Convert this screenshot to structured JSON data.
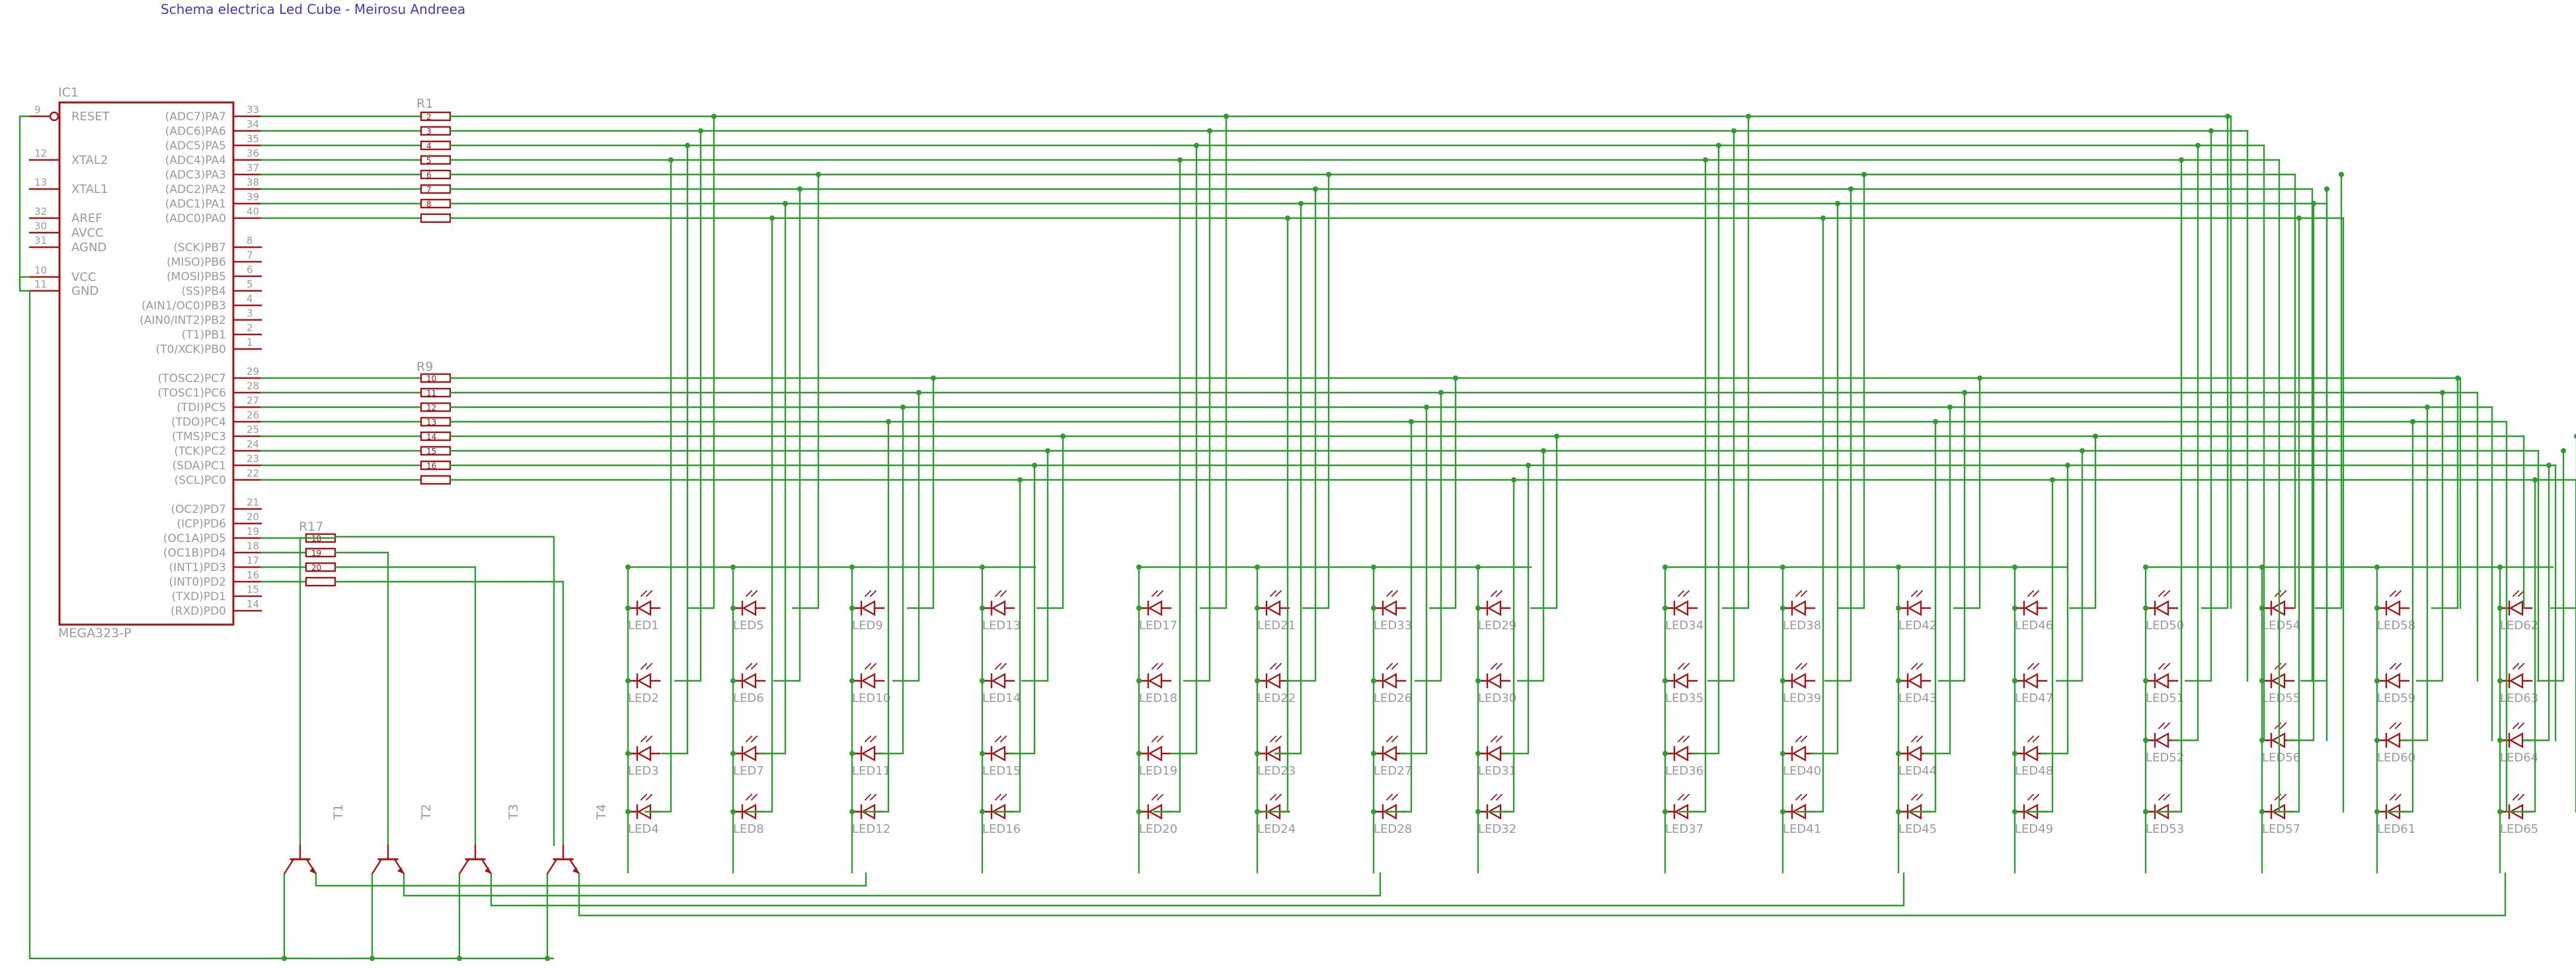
{
  "title": "Schema electrica Led Cube - Meirosu Andreea",
  "colors": {
    "wire": "#2f9c2f",
    "component": "#a31515",
    "label": "#9a9a9a",
    "title": "#3c3cb4"
  },
  "ic": {
    "name": "IC1",
    "part": "MEGA323-P",
    "left_pins": [
      {
        "num": "9",
        "label": "RESET"
      },
      {
        "num": "12",
        "label": "XTAL2"
      },
      {
        "num": "13",
        "label": "XTAL1"
      },
      {
        "num": "32",
        "label": "AREF"
      },
      {
        "num": "30",
        "label": "AVCC"
      },
      {
        "num": "31",
        "label": "AGND"
      },
      {
        "num": "10",
        "label": "VCC"
      },
      {
        "num": "11",
        "label": "GND"
      }
    ],
    "right_pins": [
      {
        "num": "33",
        "label": "(ADC7)PA7"
      },
      {
        "num": "34",
        "label": "(ADC6)PA6"
      },
      {
        "num": "35",
        "label": "(ADC5)PA5"
      },
      {
        "num": "36",
        "label": "(ADC4)PA4"
      },
      {
        "num": "37",
        "label": "(ADC3)PA3"
      },
      {
        "num": "38",
        "label": "(ADC2)PA2"
      },
      {
        "num": "39",
        "label": "(ADC1)PA1"
      },
      {
        "num": "40",
        "label": "(ADC0)PA0"
      },
      {
        "num": "8",
        "label": "(SCK)PB7"
      },
      {
        "num": "7",
        "label": "(MISO)PB6"
      },
      {
        "num": "6",
        "label": "(MOSI)PB5"
      },
      {
        "num": "5",
        "label": "(SS)PB4"
      },
      {
        "num": "4",
        "label": "(AIN1/OC0)PB3"
      },
      {
        "num": "3",
        "label": "(AIN0/INT2)PB2"
      },
      {
        "num": "2",
        "label": "(T1)PB1"
      },
      {
        "num": "1",
        "label": "(T0/XCK)PB0"
      },
      {
        "num": "29",
        "label": "(TOSC2)PC7"
      },
      {
        "num": "28",
        "label": "(TOSC1)PC6"
      },
      {
        "num": "27",
        "label": "(TDI)PC5"
      },
      {
        "num": "26",
        "label": "(TDO)PC4"
      },
      {
        "num": "25",
        "label": "(TMS)PC3"
      },
      {
        "num": "24",
        "label": "(TCK)PC2"
      },
      {
        "num": "23",
        "label": "(SDA)PC1"
      },
      {
        "num": "22",
        "label": "(SCL)PC0"
      },
      {
        "num": "21",
        "label": "(OC2)PD7"
      },
      {
        "num": "20",
        "label": "(ICP)PD6"
      },
      {
        "num": "19",
        "label": "(OC1A)PD5"
      },
      {
        "num": "18",
        "label": "(OC1B)PD4"
      },
      {
        "num": "17",
        "label": "(INT1)PD3"
      },
      {
        "num": "16",
        "label": "(INT0)PD2"
      },
      {
        "num": "15",
        "label": "(TXD)PD1"
      },
      {
        "num": "14",
        "label": "(RXD)PD0"
      }
    ]
  },
  "resistor_groups": [
    {
      "name": "R1",
      "values": [
        "2",
        "3",
        "4",
        "5",
        "6",
        "7",
        "8"
      ]
    },
    {
      "name": "R9",
      "values": [
        "10",
        "11",
        "12",
        "13",
        "14",
        "15",
        "16"
      ]
    },
    {
      "name": "R17",
      "values": [
        "18",
        "19",
        "20"
      ]
    }
  ],
  "transistors": [
    "T1",
    "T2",
    "T3",
    "T4"
  ],
  "led_blocks": [
    {
      "columns": [
        [
          "LED1",
          "LED2",
          "LED3",
          "LED4"
        ],
        [
          "LED5",
          "LED6",
          "LED7",
          "LED8"
        ],
        [
          "LED9",
          "LED10",
          "LED11",
          "LED12"
        ],
        [
          "LED13",
          "LED14",
          "LED15",
          "LED16"
        ]
      ]
    },
    {
      "columns": [
        [
          "LED17",
          "LED18",
          "LED19",
          "LED20"
        ],
        [
          "LED21",
          "LED22",
          "LED23",
          "LED24"
        ],
        [
          "LED33",
          "LED26",
          "LED27",
          "LED28"
        ],
        [
          "LED29",
          "LED30",
          "LED31",
          "LED32"
        ]
      ]
    },
    {
      "columns": [
        [
          "LED34",
          "LED35",
          "LED36",
          "LED37"
        ],
        [
          "LED38",
          "LED39",
          "LED40",
          "LED41"
        ],
        [
          "LED42",
          "LED43",
          "LED44",
          "LED45"
        ],
        [
          "LED46",
          "LED47",
          "LED48",
          "LED49"
        ]
      ]
    },
    {
      "columns": [
        [
          "LED50",
          "LED51",
          "LED52",
          "LED53"
        ],
        [
          "LED54",
          "LED55",
          "LED56",
          "LED57"
        ],
        [
          "LED58",
          "LED59",
          "LED60",
          "LED61"
        ],
        [
          "LED62",
          "LED63",
          "LED64",
          "LED65"
        ]
      ]
    }
  ]
}
